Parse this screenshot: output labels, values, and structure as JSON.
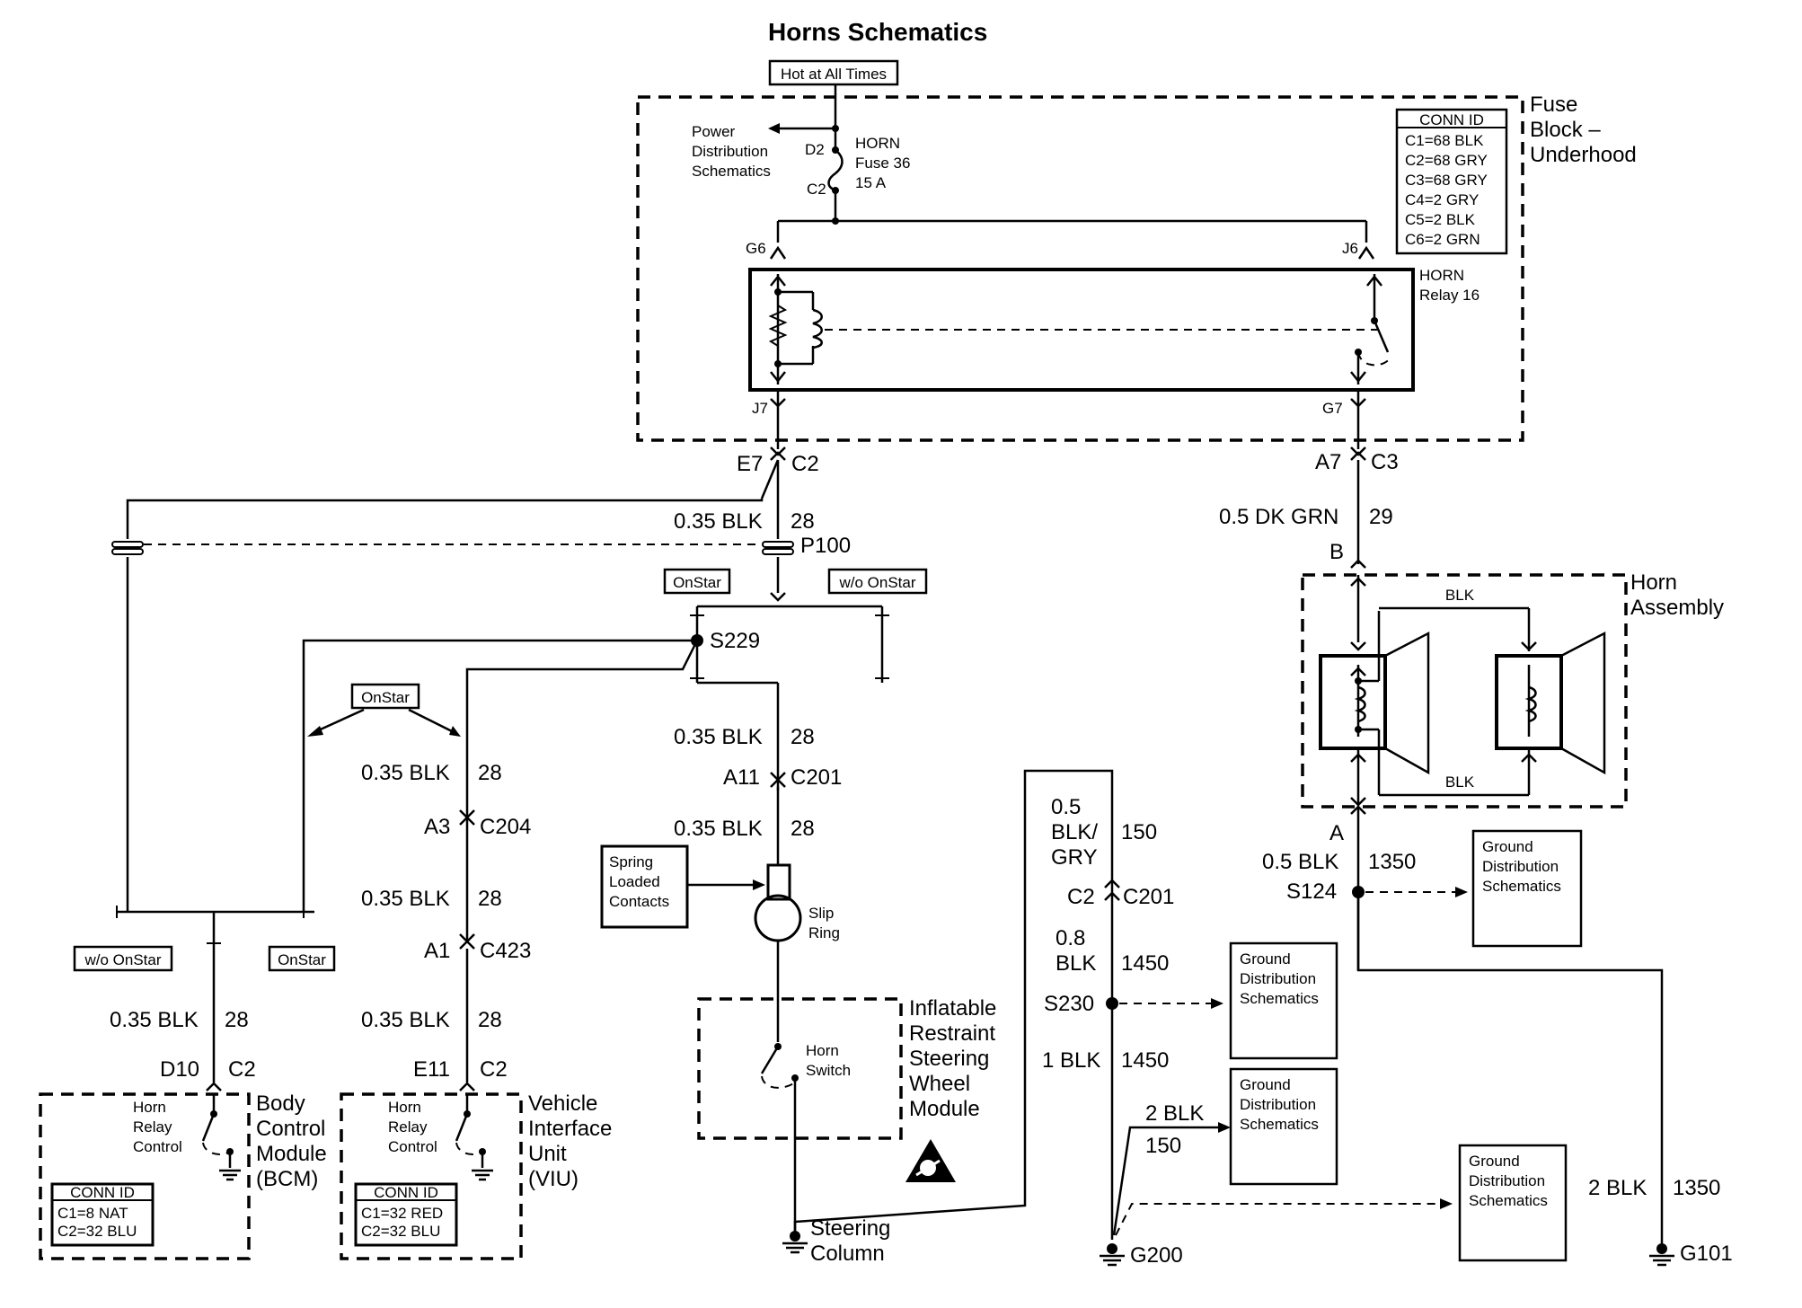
{
  "title": "Horns Schematics",
  "hot_at_all_times": "Hot at All Times",
  "power_distribution": [
    "Power",
    "Distribution",
    "Schematics"
  ],
  "fuse": {
    "label": [
      "HORN",
      "Fuse 36",
      "15 A"
    ],
    "pin_top": "D2",
    "pin_bottom": "C2"
  },
  "fuse_block": {
    "label": [
      "Fuse",
      "Block –",
      "Underhood"
    ]
  },
  "fuse_conn": {
    "title": "CONN ID",
    "lines": [
      "C1=68 BLK",
      "C2=68 GRY",
      "C3=68 GRY",
      "C4=2 GRY",
      "C5=2 BLK",
      "C6=2 GRN"
    ]
  },
  "relay": {
    "label": [
      "HORN",
      "Relay 16"
    ],
    "pins": {
      "g6": "G6",
      "j6": "J6",
      "j7": "J7",
      "g7": "G7"
    }
  },
  "left_conn": {
    "pin": "E7",
    "conn": "C2"
  },
  "right_conn": {
    "pin": "A7",
    "conn": "C3"
  },
  "w_035blk_28": {
    "size": "0.35 BLK",
    "circuit": "28"
  },
  "p100": "P100",
  "w_dkgrn": {
    "size": "0.5 DK GRN",
    "circuit": "29"
  },
  "horn_pin_b": "B",
  "horn_assembly": {
    "label": [
      "Horn",
      "Assembly"
    ],
    "blk_top": "BLK",
    "blk_bottom": "BLK"
  },
  "horn_pin_a": "A",
  "w_1350": {
    "size": "0.5 BLK",
    "circuit": "1350"
  },
  "s124": "S124",
  "gds": [
    "Ground",
    "Distribution",
    "Schematics"
  ],
  "onstar": "OnStar",
  "wo_onstar": "w/o OnStar",
  "s229": "S229",
  "w_center_a": {
    "size": "0.35 BLK",
    "circuit": "28"
  },
  "c201_center": {
    "pin": "A11",
    "conn": "C201"
  },
  "w_center_b": {
    "size": "0.35 BLK",
    "circuit": "28"
  },
  "spring": [
    "Spring",
    "Loaded",
    "Contacts"
  ],
  "slip_ring": [
    "Slip",
    "Ring"
  ],
  "horn_switch": [
    "Horn",
    "Switch"
  ],
  "irswm": [
    "Inflatable",
    "Restraint",
    "Steering",
    "Wheel",
    "Module"
  ],
  "steering_column": [
    "Steering",
    "Column"
  ],
  "w_viu_a": {
    "size": "0.35 BLK",
    "circuit": "28"
  },
  "c204": {
    "pin": "A3",
    "conn": "C204"
  },
  "w_viu_b": {
    "size": "0.35 BLK",
    "circuit": "28"
  },
  "c423": {
    "pin": "A1",
    "conn": "C423"
  },
  "w_viu_c": {
    "size": "0.35 BLK",
    "circuit": "28"
  },
  "viu_conn": {
    "pin": "E11",
    "conn": "C2"
  },
  "viu": {
    "label": [
      "Vehicle",
      "Interface",
      "Unit",
      "(VIU)"
    ],
    "ctrl": [
      "Horn",
      "Relay",
      "Control"
    ],
    "conn_title": "CONN ID",
    "conn_lines": [
      "C1=32 RED",
      "C2=32 BLU"
    ]
  },
  "w_bcm": {
    "size": "0.35 BLK",
    "circuit": "28"
  },
  "bcm_conn": {
    "pin": "D10",
    "conn": "C2"
  },
  "bcm": {
    "label": [
      "Body",
      "Control",
      "Module",
      "(BCM)"
    ],
    "ctrl": [
      "Horn",
      "Relay",
      "Control"
    ],
    "conn_title": "CONN ID",
    "conn_lines": [
      "C1=8 NAT",
      "C2=32 BLU"
    ]
  },
  "w_150": {
    "size": [
      "0.5",
      "BLK/",
      "GRY"
    ],
    "circuit": "150"
  },
  "c201_right": {
    "pin": "C2",
    "conn": "C201"
  },
  "w_1450a": {
    "size": [
      "0.8",
      "BLK"
    ],
    "circuit": "1450"
  },
  "s230": "S230",
  "w_1450b": {
    "size": "1 BLK",
    "circuit": "1450"
  },
  "w_2blk150": {
    "size": "2 BLK",
    "circuit": "150"
  },
  "w_2blk1350": {
    "size": "2 BLK",
    "circuit": "1350"
  },
  "g200": "G200",
  "g101": "G101"
}
